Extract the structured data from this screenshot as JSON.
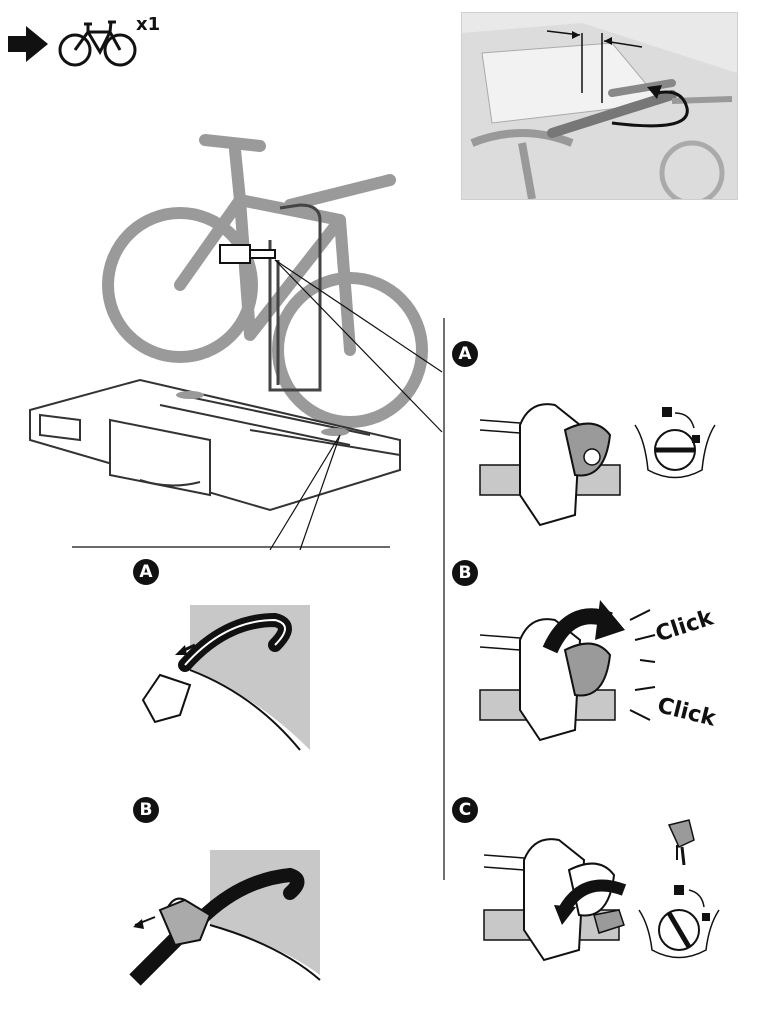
{
  "header": {
    "arrow_icon": "right-arrow-icon",
    "bike_icon": "bicycle-icon",
    "count_label": "x1"
  },
  "main_illustration": {
    "description_icon": "bike-carrier-with-bicycle-illustration"
  },
  "steps_left": [
    {
      "letter": "A",
      "icon": "strap-tighten-illustration"
    },
    {
      "letter": "B",
      "icon": "strap-release-illustration"
    }
  ],
  "steps_right": [
    {
      "letter": "A",
      "icon": "frame-holder-lock-open-illustration"
    },
    {
      "letter": "B",
      "icon": "frame-holder-click-illustration",
      "click_top": "Click",
      "click_bottom": "Click"
    },
    {
      "letter": "C",
      "icon": "frame-holder-key-lock-illustration"
    }
  ],
  "colors": {
    "ink": "#111111",
    "bike_gray": "#9a9a9a",
    "shade_gray": "#c8c8c8",
    "photo_bg": "#e9e9e9"
  }
}
